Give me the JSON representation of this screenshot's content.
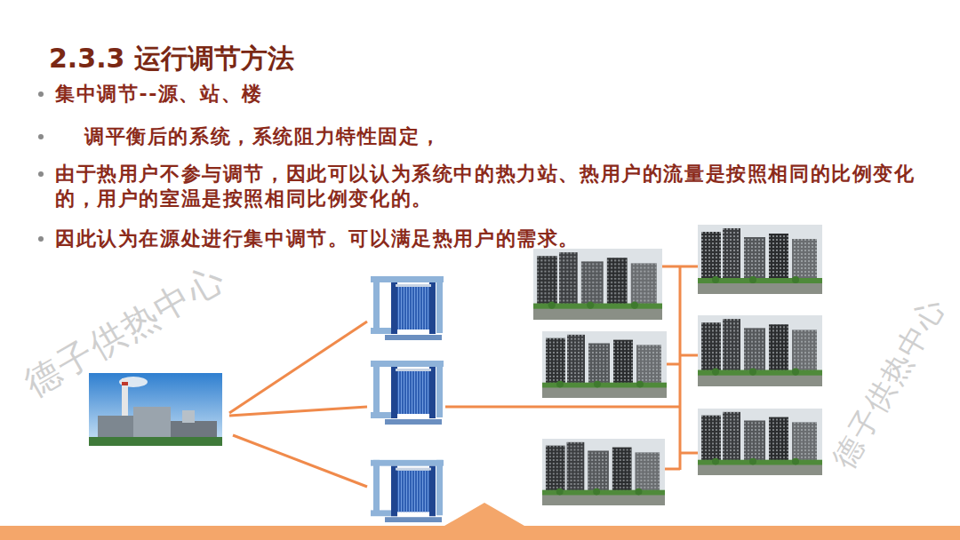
{
  "diagram": {
    "title": "2.3.3 运行调节方法",
    "labels": [
      "集中调节--源、站、楼",
      "调平衡后的系统，系统阻力特性固定，",
      "由于热用户不参与调节，因此可以认为系统中的热力站、热用户的流量是按照相同的比例变化的，用户的室温是按照相同比例变化的。",
      "因此认为在源处进行集中调节。可以满足热用户的需求。",
      "德子供热中心",
      "德子供热中心"
    ]
  }
}
